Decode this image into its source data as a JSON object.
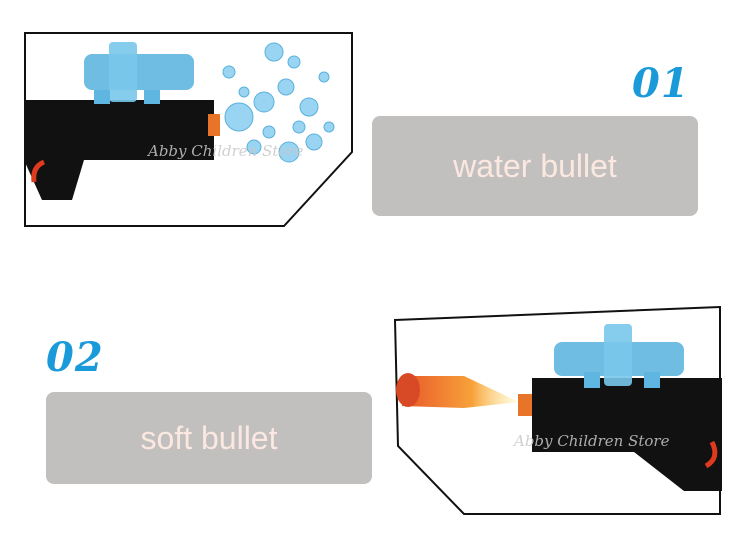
{
  "items": [
    {
      "number": "01",
      "label": "water bullet",
      "watermark": "Abby Children Store"
    },
    {
      "number": "02",
      "label": "soft bullet",
      "watermark": "Abby Children Store"
    }
  ],
  "colors": {
    "number": "#1a9ad8",
    "label_bg": "#c2bfbf",
    "label_text": "#fbe8e0",
    "gun_body": "#111111",
    "scope": "#5fb6e0",
    "muzzle": "#e8742a",
    "trigger": "#e03a1e"
  },
  "icons": [
    "toy-gun-icon",
    "water-splash-icon",
    "foam-bullet-icon"
  ]
}
